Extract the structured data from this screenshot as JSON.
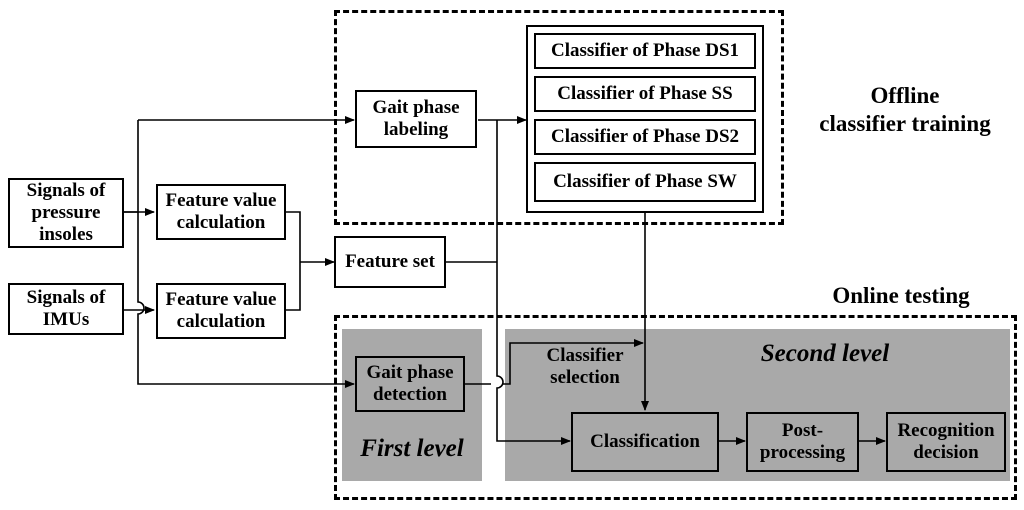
{
  "inputs": {
    "pressure": "Signals of\npressure\ninsoles",
    "imu": "Signals of\nIMUs"
  },
  "feature_calc": {
    "top": "Feature value\ncalculation",
    "bottom": "Feature value\ncalculation"
  },
  "feature_set": "Feature set",
  "gait_phase_labeling": "Gait phase\nlabeling",
  "classifiers": [
    "Classifier of Phase DS1",
    "Classifier of Phase SS",
    "Classifier of Phase DS2",
    "Classifier of Phase SW"
  ],
  "offline_title": "Offline\nclassifier training",
  "online_title": "Online testing",
  "first_level": {
    "detection": "Gait phase\ndetection",
    "label": "First level"
  },
  "second_level": {
    "label": "Second level",
    "selection": "Classifier\nselection",
    "classification": "Classification",
    "post_processing": "Post-\nprocessing",
    "decision": "Recognition\ndecision"
  }
}
